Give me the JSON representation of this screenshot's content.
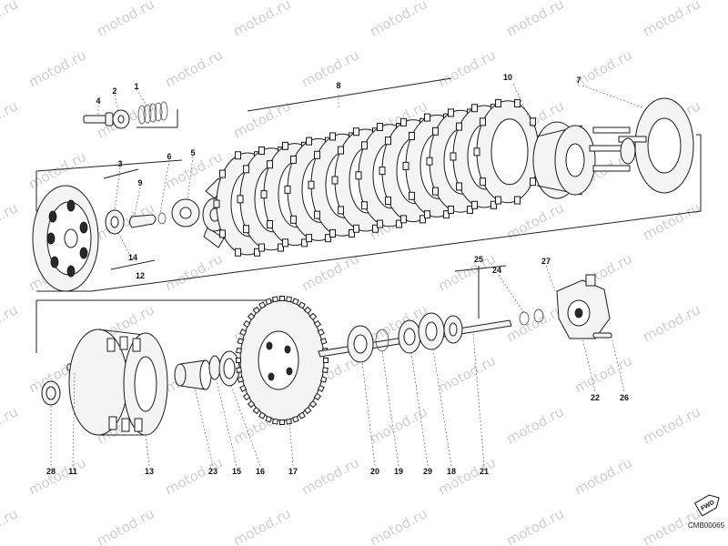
{
  "diagram": {
    "watermark_text": "motod.ru",
    "code": "CMB00065",
    "fwd_label": "FWD",
    "callouts": {
      "n1": "1",
      "n2": "2",
      "n3": "3",
      "n4": "4",
      "n5": "5",
      "n6": "6",
      "n7": "7",
      "n8": "8",
      "n9": "9",
      "n10": "10",
      "n11": "11",
      "n12": "12",
      "n13": "13",
      "n14": "14",
      "n15": "15",
      "n16": "16",
      "n17": "17",
      "n18": "18",
      "n19": "19",
      "n20": "20",
      "n21": "21",
      "n22": "22",
      "n23": "23",
      "n24": "24",
      "n25": "25",
      "n26": "26",
      "n27": "27",
      "n28": "28",
      "n29": "29"
    }
  }
}
